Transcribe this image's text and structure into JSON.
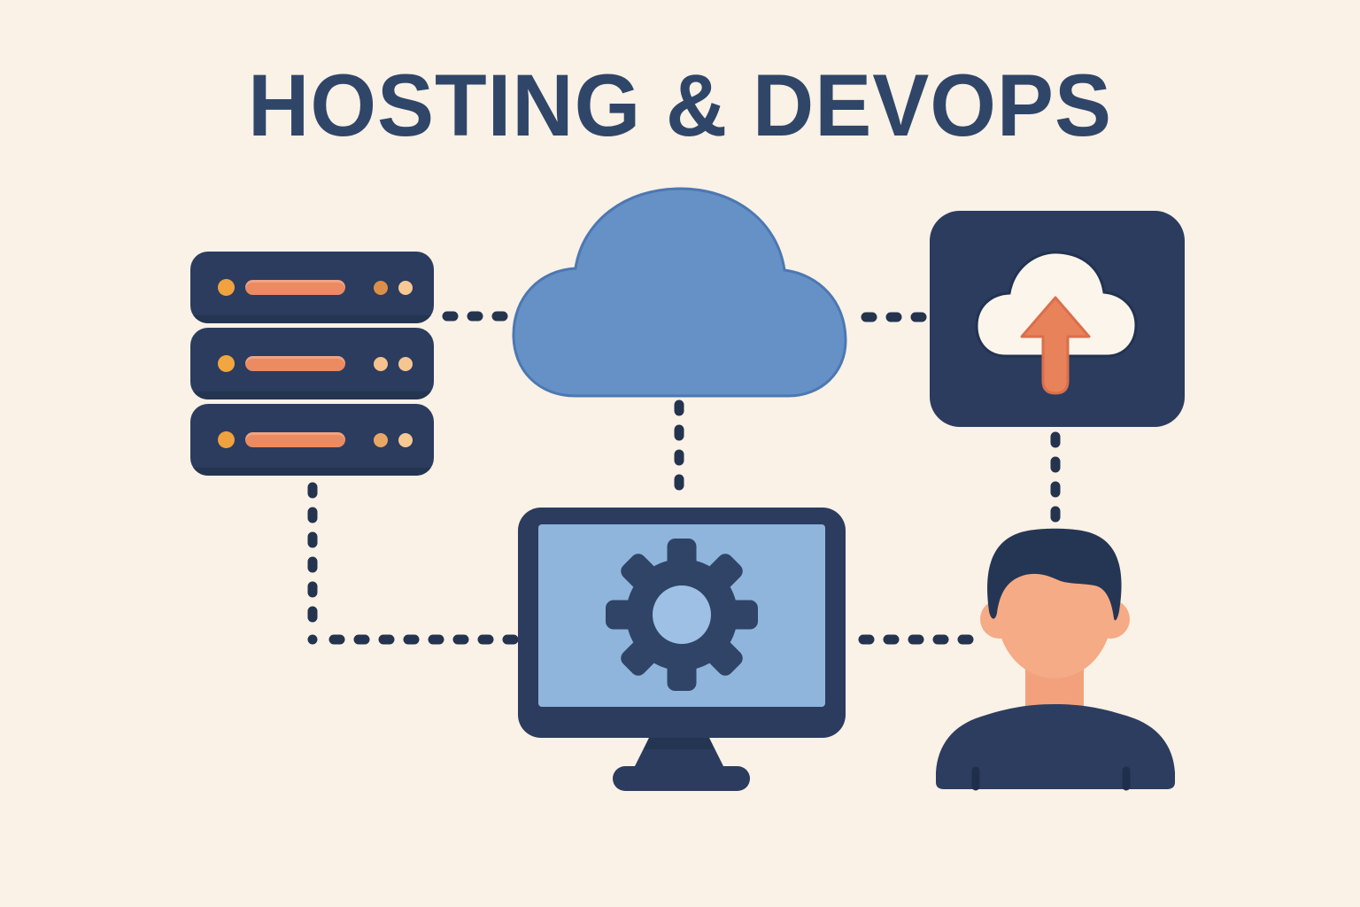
{
  "title": "HOSTING & DEVOPS",
  "diagram_type": "flat infographic / flowchart",
  "colors": {
    "background": "#FAF1E7",
    "title_text": "#304668",
    "navy": "#2B3C5E",
    "navy_edge": "#233551",
    "dash": "#24344F",
    "cloud_blue": "#6691C7",
    "cloud_stroke": "#4C78B2",
    "screen_blue": "#8FB5DC",
    "gear_navy": "#2F4466",
    "gear_hole": "#9DC0E4",
    "white_cloud": "#FBF5EC",
    "white_cloud_stroke": "#223351",
    "arrow_orange": "#E8825A",
    "arrow_stroke": "#D96F4C",
    "skin": "#F5AB85",
    "skin_shade": "#F2A17C",
    "hair_navy": "#253655",
    "shirt_navy": "#2C3D5F",
    "seam_navy": "#1F2F4B"
  },
  "nodes": [
    {
      "id": "server-stack",
      "icon": "server-stack-icon",
      "description": "three stacked server units with status lights"
    },
    {
      "id": "cloud",
      "icon": "cloud-icon",
      "description": "blue cloud"
    },
    {
      "id": "upload-box",
      "icon": "cloud-upload-icon",
      "description": "navy rounded square with white cloud and orange up arrow"
    },
    {
      "id": "monitor",
      "icon": "monitor-gear-icon",
      "description": "desktop monitor showing a gear on screen"
    },
    {
      "id": "user",
      "icon": "user-icon",
      "description": "person avatar with dark shirt"
    }
  ],
  "connectors": [
    {
      "from": "server-stack",
      "to": "cloud",
      "style": "dashed",
      "orientation": "horizontal"
    },
    {
      "from": "cloud",
      "to": "upload-box",
      "style": "dashed",
      "orientation": "horizontal"
    },
    {
      "from": "cloud",
      "to": "monitor",
      "style": "dashed",
      "orientation": "vertical"
    },
    {
      "from": "upload-box",
      "to": "user",
      "style": "dashed",
      "orientation": "vertical"
    },
    {
      "from": "server-stack",
      "to": "monitor",
      "style": "dashed",
      "orientation": "elbow"
    },
    {
      "from": "monitor",
      "to": "user",
      "style": "dashed",
      "orientation": "horizontal"
    }
  ],
  "server_rows": [
    {
      "led": "#F0A23F",
      "bar": "#EC8A61",
      "dot1": "#DC8F4A",
      "dot2": "#F8C995"
    },
    {
      "led": "#F2A63F",
      "bar": "#EC8A61",
      "dot1": "#F7C28D",
      "dot2": "#F6C691"
    },
    {
      "led": "#F0A23F",
      "bar": "#EC8A61",
      "dot1": "#E8A765",
      "dot2": "#F7C993"
    }
  ]
}
